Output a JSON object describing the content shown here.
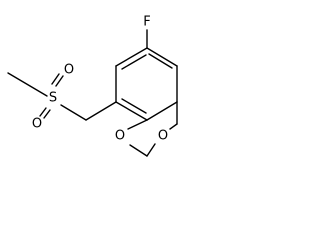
{
  "molecule": {
    "atoms": {
      "fluorine": "F",
      "sulfur": "S",
      "sulfonyl_oxygen_top": "O",
      "sulfonyl_oxygen_bottom": "O",
      "ring_oxygen_left": "O",
      "ring_oxygen_right": "O"
    },
    "bond_color": "#000000",
    "label_color": "#000000",
    "background": "#ffffff"
  }
}
